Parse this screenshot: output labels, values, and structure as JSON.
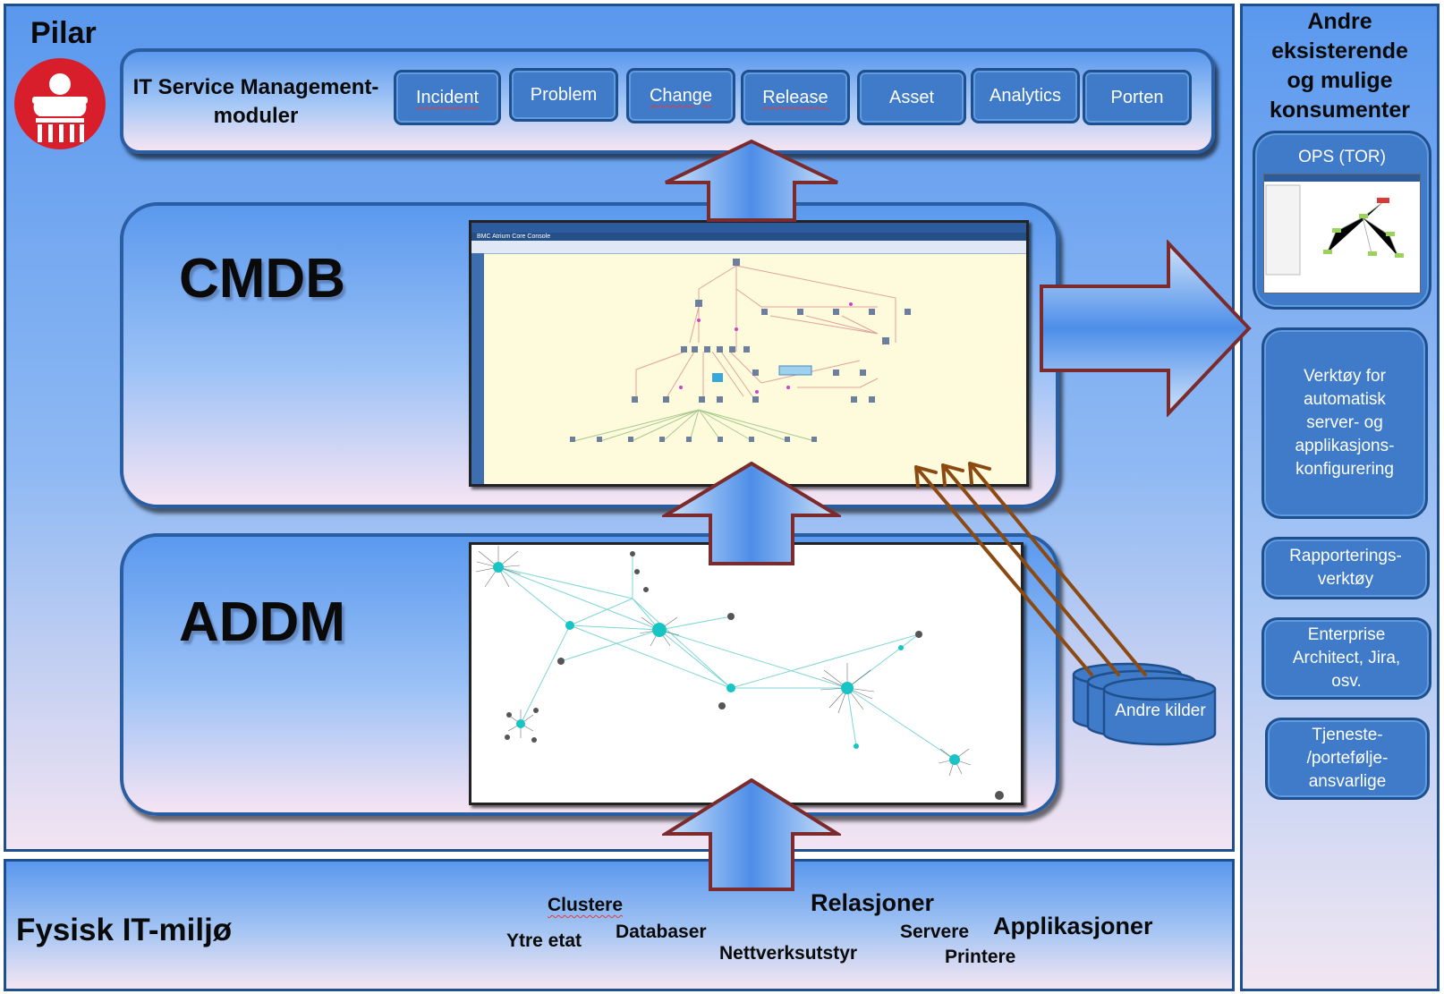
{
  "pilar": {
    "title": "Pilar"
  },
  "itsm": {
    "title_line1": "IT Service Management-",
    "title_line2": "moduler",
    "modules": [
      "Incident",
      "Problem",
      "Change",
      "Release",
      "Asset",
      "Analytics",
      "Porten"
    ]
  },
  "layers": {
    "cmdb": "CMDB",
    "addm": "ADDM"
  },
  "cmdb_screen": {
    "app_title": "BMC Atrium Core Console"
  },
  "sources": {
    "label": "Andre kilder"
  },
  "consumers": {
    "title_line1": "Andre",
    "title_line2": "eksisterende",
    "title_line3": "og mulige",
    "title_line4": "konsumenter",
    "ops": "OPS (TOR)",
    "tool_lines": [
      "Verktøy for",
      "automatisk",
      "server- og",
      "applikasjons-",
      "konfigurering"
    ],
    "report_lines": [
      "Rapporterings-",
      "verktøy"
    ],
    "ea_lines": [
      "Enterprise",
      "Architect, Jira,",
      "osv."
    ],
    "owner_lines": [
      "Tjeneste-",
      "/portefølje-",
      "ansvarlige"
    ]
  },
  "physical": {
    "title": "Fysisk IT-miljø",
    "words": {
      "clustere": "Clustere",
      "ytre_etat": "Ytre etat",
      "databaser": "Databaser",
      "nettverksutstyr": "Nettverksutstyr",
      "relasjoner": "Relasjoner",
      "servere": "Servere",
      "printere": "Printere",
      "applikasjoner": "Applikasjoner"
    }
  },
  "colors": {
    "panel_border": "#1f4f8c",
    "module_fill": "#3f7bc8",
    "arrow_outline": "#7b2b2b",
    "source_arrow": "#8b4a12",
    "logo_red": "#d81e2a",
    "graph_accent": "#18c4c4"
  }
}
